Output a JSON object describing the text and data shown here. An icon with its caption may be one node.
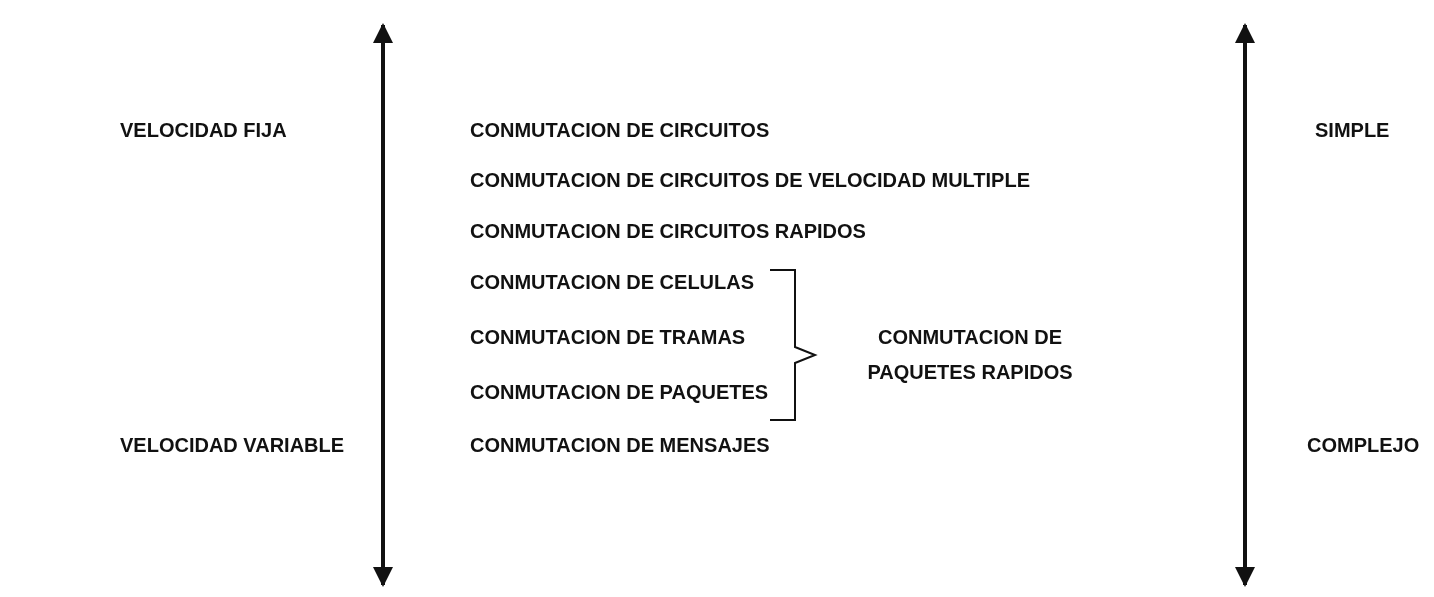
{
  "diagram": {
    "labels": [
      "VELOCIDAD FIJA",
      "CONMUTACION DE CIRCUITOS",
      "SIMPLE",
      "CONMUTACION DE CIRCUITOS DE VELOCIDAD MULTIPLE",
      "CONMUTACION DE CIRCUITOS RAPIDOS",
      "CONMUTACION DE CELULAS",
      "CONMUTACION DE TRAMAS",
      "CONMUTACION DE PAQUETES RAPIDOS",
      "CONMUTACION DE PAQUETES",
      "VELOCIDAD VARIABLE",
      "CONMUTACION DE MENSAJES",
      "COMPLEJO"
    ]
  }
}
